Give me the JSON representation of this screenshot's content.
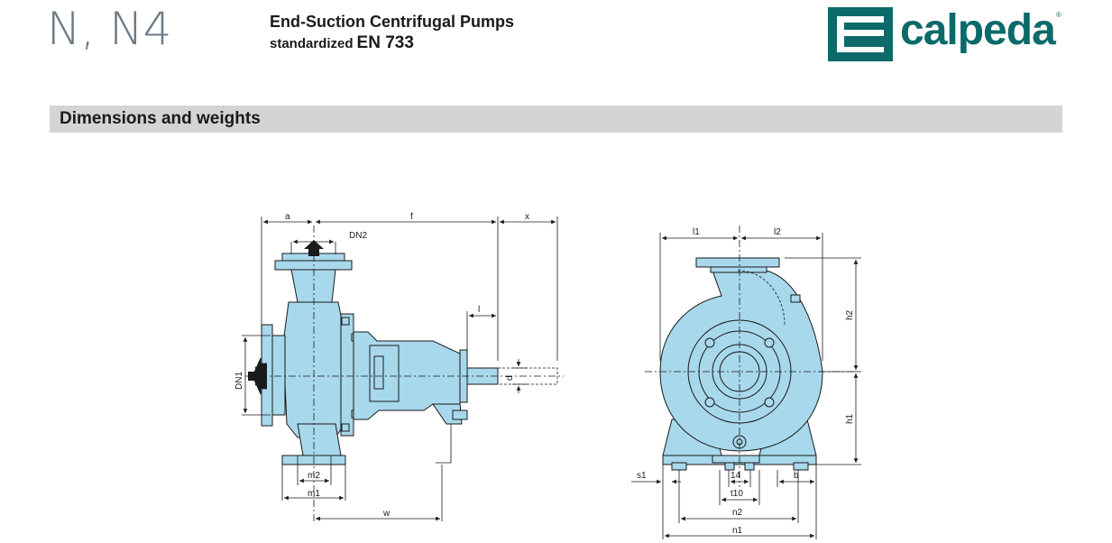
{
  "header": {
    "model": "N, N4",
    "subtitle_line1": "End-Suction Centrifugal Pumps",
    "subtitle_line2": "standardized",
    "standard": "EN 733"
  },
  "brand": {
    "name": "calpeda",
    "registered_mark": "®",
    "color": "#0c6a6a"
  },
  "section": {
    "title": "Dimensions and weights"
  },
  "drawing": {
    "pump_color": "#a8d8ec",
    "side_view_labels": {
      "a": "a",
      "f": "f",
      "x": "x",
      "dn2": "DN2",
      "dn1": "DN1",
      "l": "l",
      "d": "d",
      "m2": "m2",
      "m1": "m1",
      "w": "w"
    },
    "front_view_labels": {
      "l1": "l1",
      "l2": "l2",
      "h2": "h2",
      "h1": "h1",
      "s1": "s1",
      "b": "b",
      "t4": "14",
      "t10": "t10",
      "n2": "n2",
      "n1": "n1"
    }
  }
}
